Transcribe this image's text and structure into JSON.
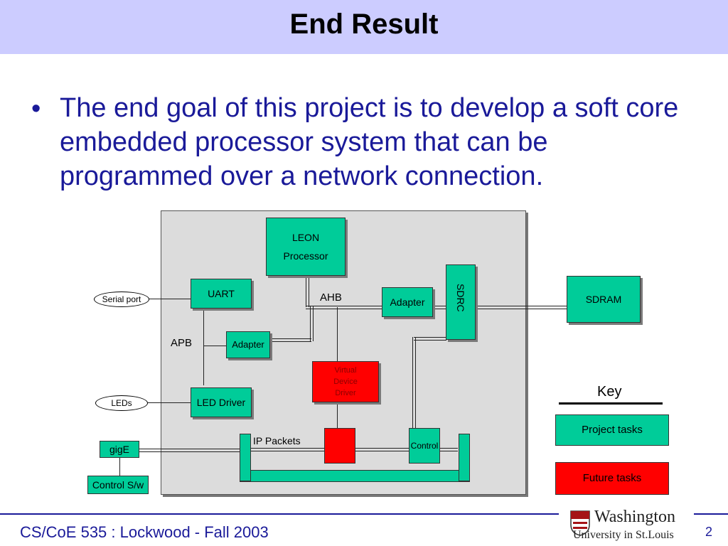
{
  "slide": {
    "title": "End Result",
    "bullet": "The end goal of this project is to develop a soft core embedded processor system that can be programmed over a network connection."
  },
  "diagram": {
    "leon_line1": "LEON",
    "leon_line2": "Processor",
    "uart": "UART",
    "ahb": "AHB",
    "adapter_ahb": "Adapter",
    "sdrc": "SDRC",
    "sdram": "SDRAM",
    "serial_port": "Serial port",
    "apb": "APB",
    "adapter_apb": "Adapter",
    "virtual_device_driver": [
      "Virtual",
      "Device",
      "Driver"
    ],
    "leds": "LEDs",
    "led_driver": "LED Driver",
    "ip_packets": "IP Packets",
    "control": "Control",
    "gige": "gigE",
    "control_sw": "Control S/w"
  },
  "key": {
    "title": "Key",
    "project_tasks": "Project tasks",
    "future_tasks": "Future tasks"
  },
  "colors": {
    "project": "#00cc99",
    "future": "#ff0000",
    "title_bar": "#ccccff",
    "text_blue": "#1a1a99"
  },
  "footer": {
    "course": "CS/CoE 535 : Lockwood - Fall 2003",
    "page": "2",
    "logo_line1": "Washington",
    "logo_line2": "University in St.Louis"
  }
}
